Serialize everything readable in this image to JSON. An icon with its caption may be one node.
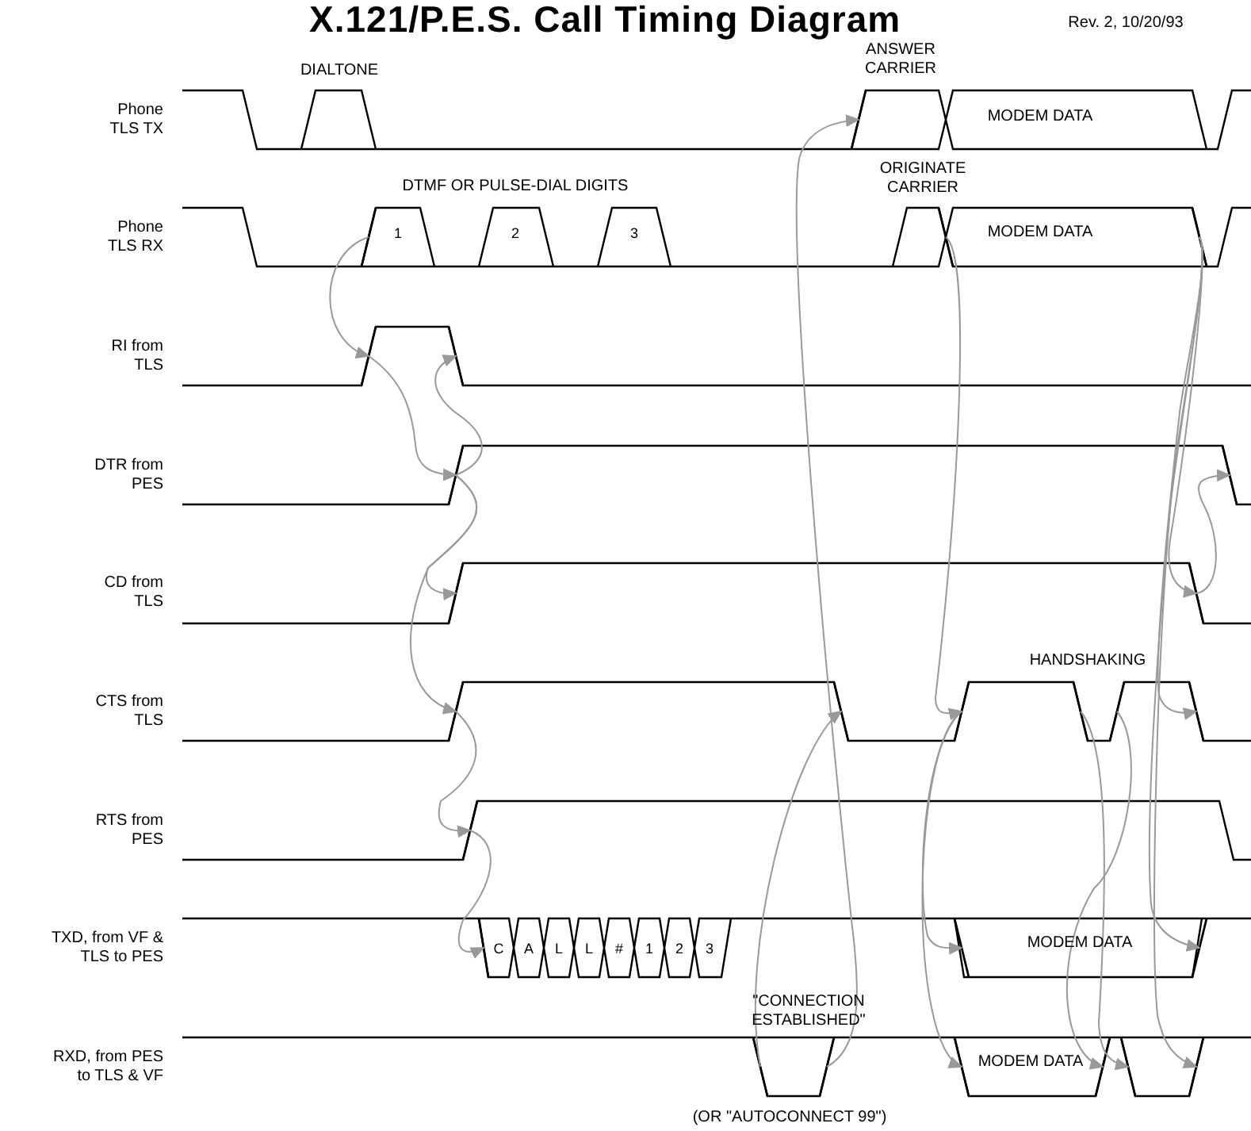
{
  "diagram": {
    "title": "X.121/P.E.S. Call Timing Diagram",
    "nodes": [
      {
        "text": [],
        "shape": "line"
      },
      {
        "text": [],
        "shape": "line"
      },
      {
        "text": [],
        "shape": "line"
      },
      {
        "text": [],
        "shape": "line"
      },
      {
        "text": [],
        "shape": "line"
      },
      {
        "text": [],
        "shape": "line"
      },
      {
        "text": [],
        "shape": "line"
      },
      {
        "text": [],
        "shape": "line"
      },
      {
        "text": [],
        "shape": "line"
      },
      {
        "text": [],
        "shape": "line"
      },
      {
        "text": [],
        "shape": "line"
      },
      {
        "text": [],
        "shape": "line"
      },
      {
        "text": [],
        "shape": "line"
      },
      {
        "text": [],
        "shape": "line"
      },
      {
        "text": [],
        "shape": "line"
      },
      {
        "text": [],
        "shape": "line"
      },
      {
        "text": [],
        "shape": "line"
      },
      {
        "text": [],
        "shape": "line"
      },
      {
        "text": [],
        "shape": "line"
      },
      {
        "text": [],
        "shape": "line"
      },
      {
        "text": [],
        "shape": "line"
      },
      {
        "text": [],
        "shape": "line"
      },
      {
        "text": [],
        "shape": "line"
      },
      {
        "text": [],
        "shape": "line"
      },
      {
        "text": [],
        "shape": "line"
      },
      {
        "text": [],
        "shape": "line"
      }
    ],
    "edges": [
      {
        "from": 1,
        "to": 4,
        "arrow": "to"
      },
      {
        "from": 4,
        "to": 6,
        "arrow": "to"
      },
      {
        "from": 6,
        "to": 5,
        "arrow": "to"
      },
      {
        "from": 6,
        "to": 8,
        "arrow": "to"
      },
      {
        "from": 6,
        "to": 10,
        "arrow": "to"
      },
      {
        "from": 10,
        "to": 16,
        "arrow": "to"
      },
      {
        "from": 16,
        "to": 17,
        "arrow": "to"
      },
      {
        "from": 21,
        "to": 0,
        "arrow": "to"
      },
      {
        "from": 2,
        "to": 12,
        "arrow": "to"
      },
      {
        "from": 20,
        "to": 11,
        "arrow": "to"
      },
      {
        "from": 12,
        "to": 18,
        "arrow": "to"
      },
      {
        "from": 12,
        "to": 22,
        "arrow": "to"
      },
      {
        "from": 3,
        "to": 9,
        "arrow": "to"
      },
      {
        "from": 9,
        "to": 7,
        "arrow": "to"
      },
      {
        "from": 3,
        "to": 15,
        "arrow": "to"
      },
      {
        "from": 3,
        "to": 19,
        "arrow": "to"
      },
      {
        "from": 3,
        "to": 25,
        "arrow": "to"
      },
      {
        "from": 13,
        "to": 24,
        "arrow": "to"
      },
      {
        "from": 14,
        "to": 23,
        "arrow": "to"
      }
    ],
    "labels": [
      "Rev. 2, 10/20/93",
      "DIALTONE",
      "ANSWER CARRIER",
      "Phone TLS TX",
      "MODEM DATA",
      "DTMF OR PULSE-DIAL DIGITS",
      "ORIGINATE CARRIER",
      "Phone TLS RX",
      "1",
      "2",
      "3",
      "MODEM DATA",
      "RI from TLS",
      "DTR from PES",
      "CD from TLS",
      "HANDSHAKING",
      "CTS from TLS",
      "RTS from PES",
      "TXD, from VF & TLS to PES",
      "C",
      "A",
      "L",
      "L",
      "#",
      "1",
      "2",
      "3",
      "MODEM DATA",
      "\"CONNECTION ESTABLISHED\"",
      "RXD, from PES to TLS & VF",
      "MODEM DATA",
      "(OR \"AUTOCONNECT 99\")"
    ]
  }
}
